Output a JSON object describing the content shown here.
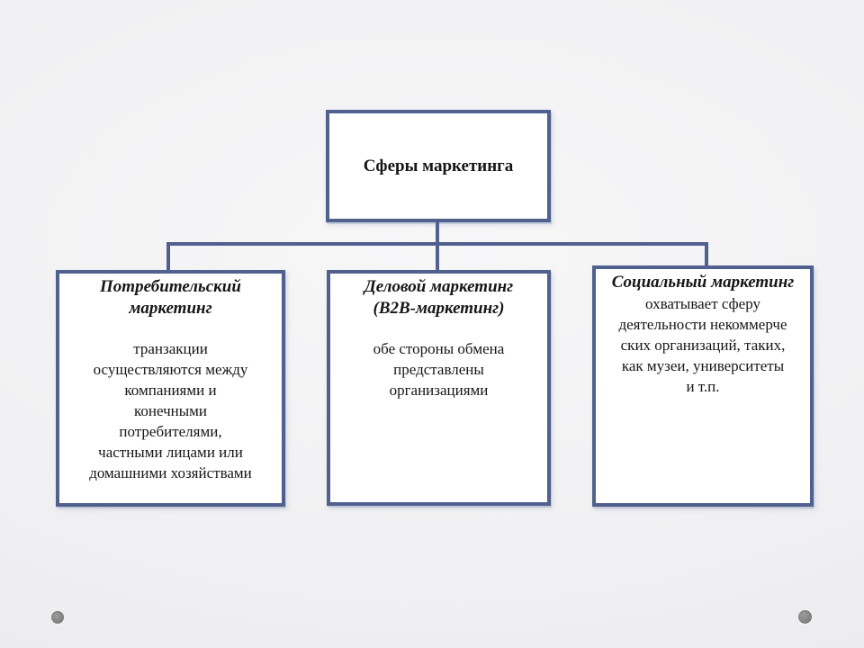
{
  "diagram": {
    "root": {
      "title_lines": [
        "Сферы маркетинга"
      ]
    },
    "nodes": [
      {
        "id": "consumer-marketing",
        "title_lines": [
          "Потребительский",
          "маркетинг"
        ],
        "body_lines": [
          "транзакции",
          "осуществляются между",
          "компаниями и",
          "конечными",
          "потребителями,",
          "частными лицами или",
          "домашними хозяйствами"
        ]
      },
      {
        "id": "business-marketing",
        "title_lines": [
          "Деловой маркетинг",
          "(B2B-маркетинг)"
        ],
        "body_lines": [
          "обе стороны обмена",
          "представлены",
          "организациями"
        ]
      },
      {
        "id": "social-marketing",
        "title_lines": [
          "Социальный маркетинг"
        ],
        "body_lines": [
          "охватывает сферу",
          "деятельности некоммерче",
          "ских организаций, таких,",
          "как музеи, университеты",
          "и т.п."
        ]
      }
    ]
  },
  "colors": {
    "box_border": "#50618F",
    "connector_line": "#50618F",
    "box_background": "#FFFFFF",
    "text": "#161616",
    "slide_background": "#EFEFF1",
    "decorative_dot": "#848484"
  }
}
